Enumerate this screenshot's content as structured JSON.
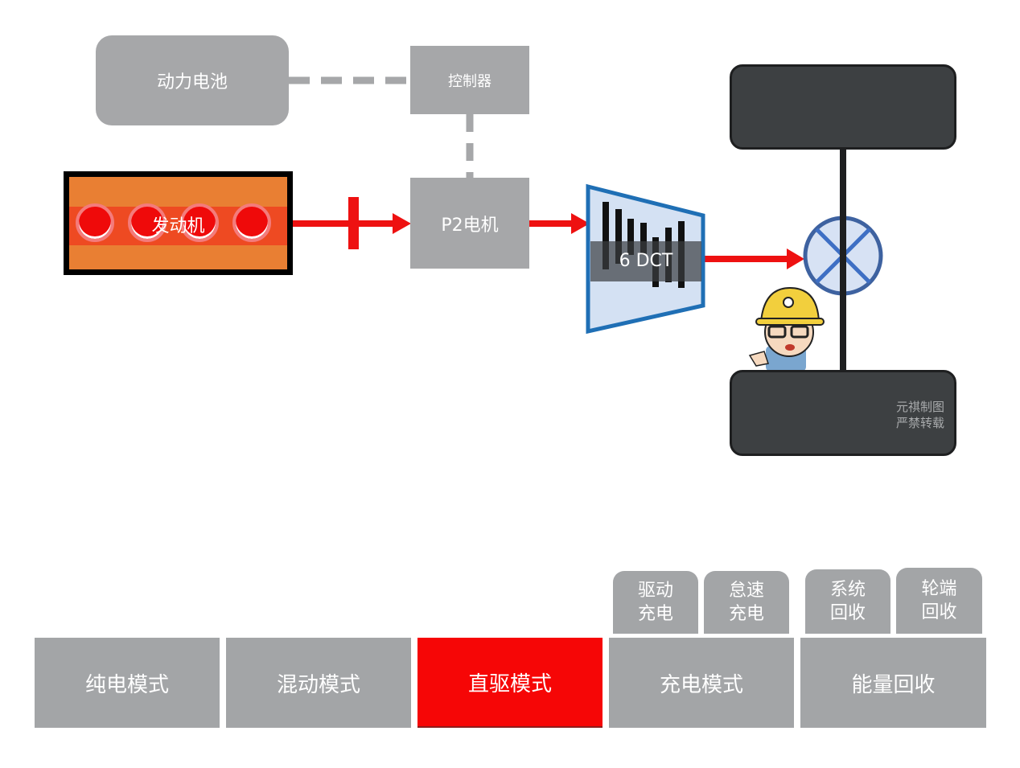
{
  "diagram": {
    "battery_label": "动力电池",
    "controller_label": "控制器",
    "p2_motor_label": "P2电机",
    "engine_label": "发动机",
    "transmission_label": "6 DCT",
    "watermark_line1": "元祺制图",
    "watermark_line2": "严禁转载",
    "colors": {
      "component_gray": "#a6a7a9",
      "power_flow_red": "#ee1111",
      "engine_orange": "#e97f33",
      "wheel_dark": "#3d4042",
      "transmission_blue": "#1f6fb5",
      "differential_blue": "#3e62a0"
    }
  },
  "modes": {
    "tabs": [
      {
        "label": "纯电模式",
        "active": false
      },
      {
        "label": "混动模式",
        "active": false
      },
      {
        "label": "直驱模式",
        "active": true
      },
      {
        "label": "充电模式",
        "active": false
      },
      {
        "label": "能量回收",
        "active": false
      }
    ],
    "charge_subtabs": [
      {
        "line1": "驱动",
        "line2": "充电"
      },
      {
        "line1": "怠速",
        "line2": "充电"
      }
    ],
    "recovery_subtabs": [
      {
        "line1": "系统",
        "line2": "回收"
      },
      {
        "line1": "轮端",
        "line2": "回收"
      }
    ]
  }
}
